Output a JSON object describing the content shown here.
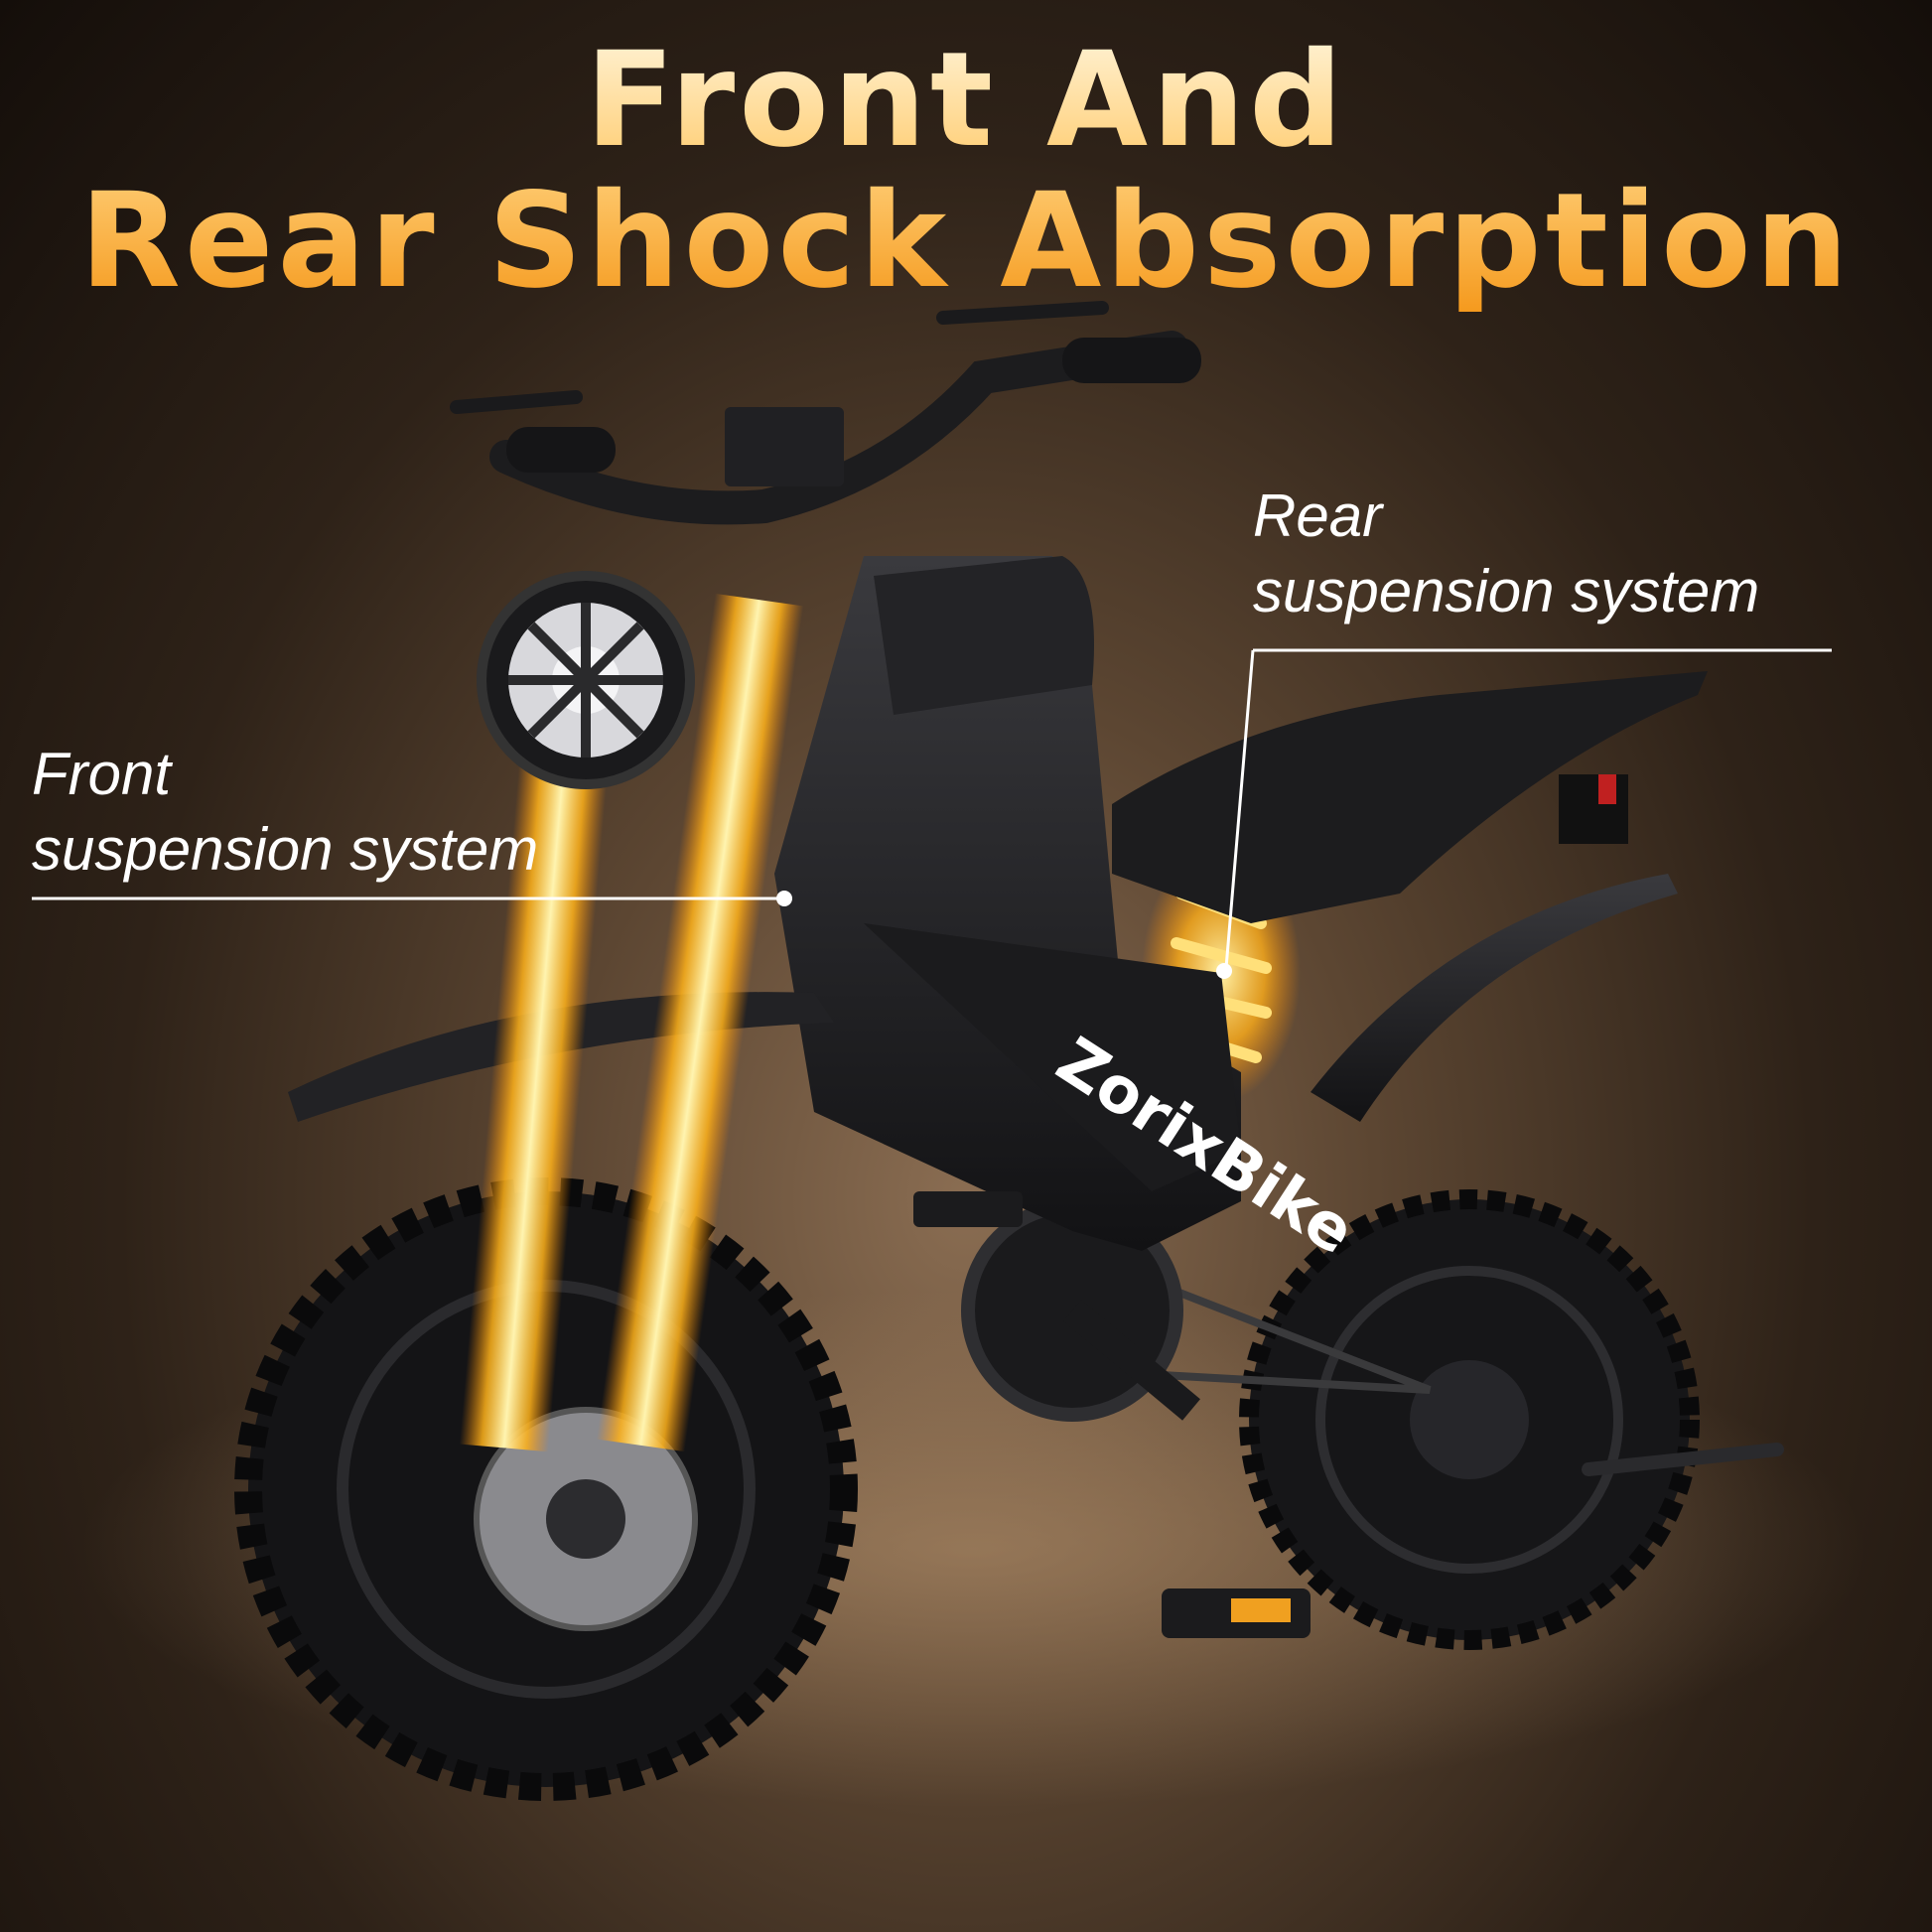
{
  "headline": {
    "line1": "Front And",
    "line2": "Rear Shock Absorption"
  },
  "callouts": {
    "rear": {
      "line1": "Rear",
      "line2": "suspension system"
    },
    "front": {
      "line1": "Front",
      "line2": "suspension system"
    }
  },
  "brand": {
    "logo_text": "ZorixBike"
  },
  "colors": {
    "headline_gradient_top": "#fff3d6",
    "headline_gradient_bottom": "#f59a1e",
    "glow": "#ffb21a",
    "bike_body": "#1e1e20",
    "callout_text": "#ffffff"
  },
  "icons": [
    "headlight-icon",
    "disc-brake-icon",
    "pedal-reflector-icon"
  ]
}
